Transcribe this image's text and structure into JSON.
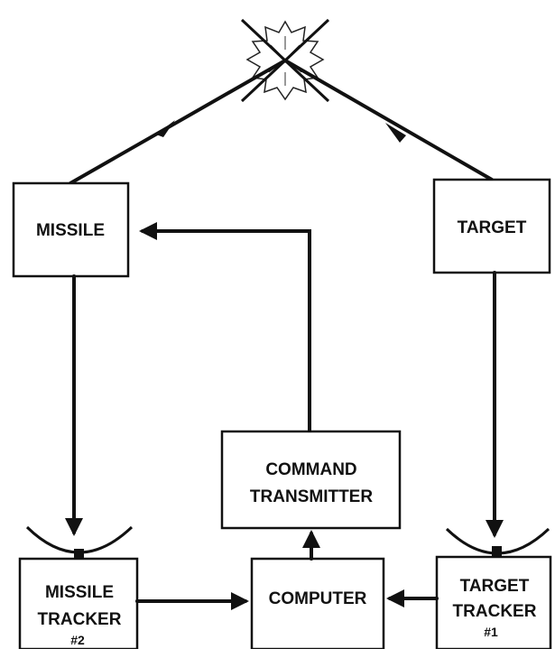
{
  "blocks": {
    "missile": "MISSILE",
    "target": "TARGET",
    "command_transmitter": {
      "line1": "COMMAND",
      "line2": "TRANSMITTER"
    },
    "missile_tracker": {
      "line1": "MISSILE",
      "line2": "TRACKER",
      "number": "#2"
    },
    "computer": "COMPUTER",
    "target_tracker": {
      "line1": "TARGET",
      "line2": "TRACKER",
      "number": "#1"
    }
  },
  "icons": {
    "intercept": "explosion-burst-icon",
    "radar_dish": "radar-dish-icon"
  }
}
